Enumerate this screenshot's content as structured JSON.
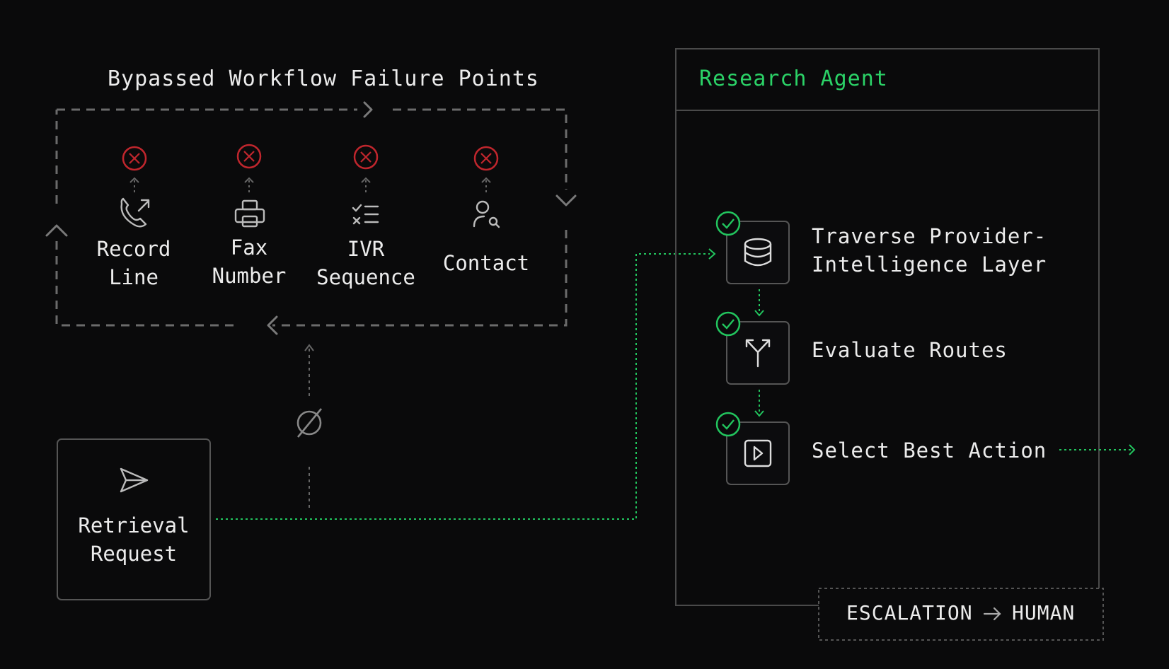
{
  "workflow": {
    "title": "Bypassed Workflow Failure Points",
    "failure_points": [
      {
        "label": "Record\nLine",
        "icon": "phone-outgoing-icon"
      },
      {
        "label": "Fax\nNumber",
        "icon": "printer-icon"
      },
      {
        "label": "IVR\nSequence",
        "icon": "checklist-icon"
      },
      {
        "label": "Contact",
        "icon": "user-search-icon"
      }
    ],
    "status_icon": "x-circle-icon",
    "status_color": "#c0262d"
  },
  "request": {
    "label": "Retrieval\nRequest",
    "icon": "send-icon",
    "blocked_icon": "empty-set-icon"
  },
  "agent": {
    "title": "Research Agent",
    "title_color": "#2bd267",
    "steps": [
      {
        "label": "Traverse Provider-\nIntelligence Layer",
        "icon": "database-icon"
      },
      {
        "label": "Evaluate Routes",
        "icon": "route-split-icon"
      },
      {
        "label": "Select Best Action",
        "icon": "play-square-icon"
      }
    ],
    "check_color": "#22c55e"
  },
  "escalation": {
    "from": "ESCALATION",
    "to": "HUMAN",
    "arrow_icon": "arrow-right-icon"
  },
  "colors": {
    "background": "#0a0a0b",
    "connector_green": "#22c55e",
    "dashed_gray": "#6b6b6b"
  }
}
